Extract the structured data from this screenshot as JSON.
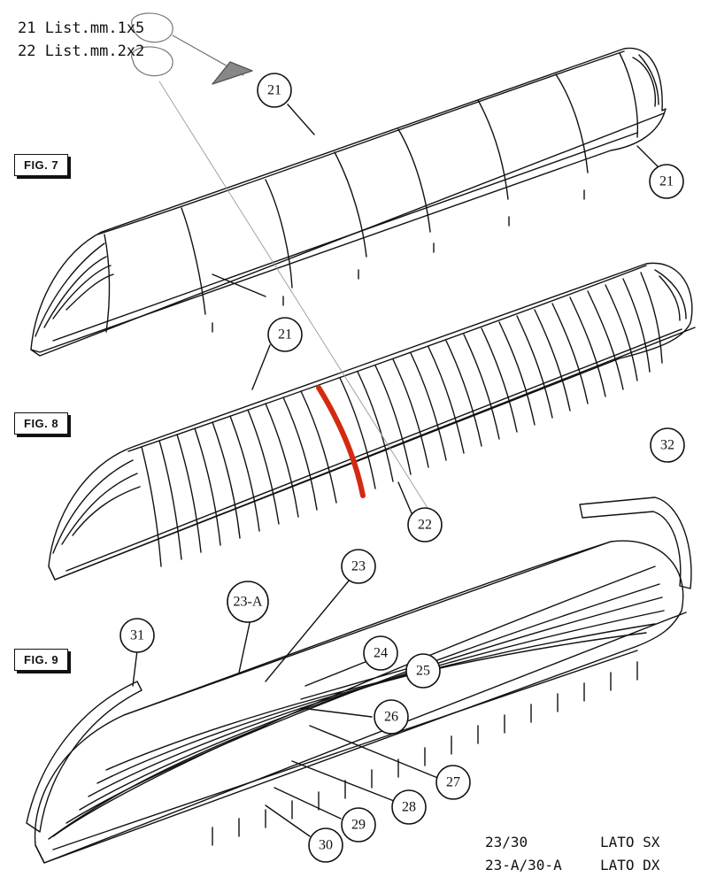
{
  "header": {
    "line1": "21 List.mm.1x5",
    "line2": "22 List.mm.2x2"
  },
  "figures": {
    "fig7": "FIG. 7",
    "fig8": "FIG. 8",
    "fig9": "FIG. 9"
  },
  "callouts": {
    "c21_top": "21",
    "c21_right": "21",
    "c21_mid": "21",
    "c22": "22",
    "c23": "23",
    "c23a": "23-A",
    "c24": "24",
    "c25": "25",
    "c26": "26",
    "c27": "27",
    "c28": "28",
    "c29": "29",
    "c30": "30",
    "c31": "31",
    "c32": "32"
  },
  "legend": {
    "row1_code": "23/30",
    "row1_side": "LATO SX",
    "row2_code": "23-A/30-A",
    "row2_side": "LATO DX"
  },
  "colors": {
    "ink": "#111111",
    "highlight_rib": "#d42a12",
    "pencil": "#777777"
  }
}
